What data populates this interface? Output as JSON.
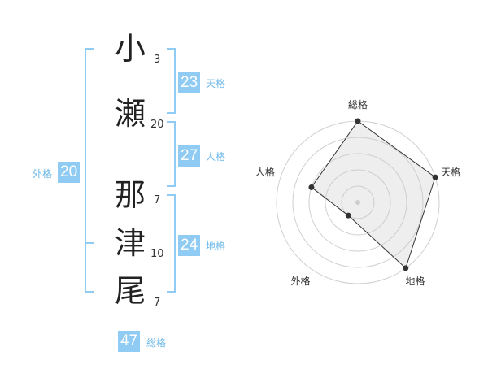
{
  "name_chars": [
    {
      "char": "小",
      "strokes": "3"
    },
    {
      "char": "瀬",
      "strokes": "20"
    },
    {
      "char": "那",
      "strokes": "7"
    },
    {
      "char": "津",
      "strokes": "10"
    },
    {
      "char": "尾",
      "strokes": "7"
    }
  ],
  "fortunes": {
    "tenkaku": {
      "value": "23",
      "label": "天格"
    },
    "jinkaku": {
      "value": "27",
      "label": "人格"
    },
    "chikaku": {
      "value": "24",
      "label": "地格"
    },
    "gaikaku": {
      "value": "20",
      "label": "外格"
    },
    "soukaku": {
      "value": "47",
      "label": "総格"
    }
  },
  "colors": {
    "accent": "#8fcbf3",
    "label": "#6fb9e9",
    "bracket": "#8fcbf3"
  },
  "chart_data": {
    "type": "radar",
    "axes": [
      "総格",
      "天格",
      "地格",
      "外格",
      "人格"
    ],
    "values": [
      5,
      5,
      5,
      1,
      3
    ],
    "range": [
      0,
      5
    ],
    "rings": 5
  }
}
